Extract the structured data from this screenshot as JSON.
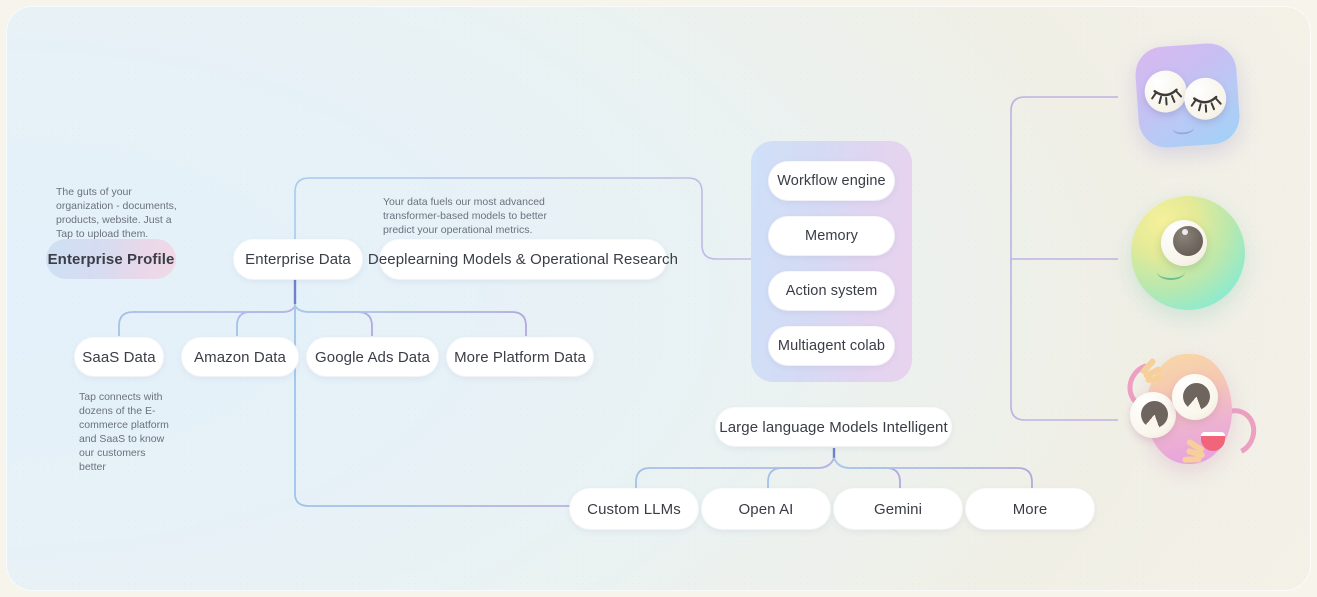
{
  "diagram": {
    "title": "Enterprise AI data flow mindmap",
    "background": {
      "left_color": "#e4f1fa",
      "right_color": "#f6f2e8"
    },
    "root": {
      "label": "Enterprise Profile"
    },
    "notes": [
      {
        "id": "profile-note",
        "text": "The guts of your organization - documents, products, website. Just a Tap to upload them."
      },
      {
        "id": "models-note",
        "text": "Your data fuels our most advanced transformer-based models to better predict your operational metrics."
      },
      {
        "id": "platform-note",
        "text": "Tap connects with dozens of the E-commerce platform and SaaS to know our customers better"
      }
    ],
    "nodes": {
      "enterprise_data": "Enterprise Data",
      "deeplearning": "Deeplearning Models & Operational Research",
      "llm_hub": "Large language Models Intelligent"
    },
    "data_sources": [
      {
        "label": "SaaS Data"
      },
      {
        "label": "Amazon Data"
      },
      {
        "label": "Google Ads Data"
      },
      {
        "label": "More Platform Data"
      }
    ],
    "stack": {
      "panel_gradient_from": "#cfe0f8",
      "panel_gradient_to": "#e9d3ee",
      "items": [
        {
          "label": "Workflow engine"
        },
        {
          "label": "Memory"
        },
        {
          "label": "Action system"
        },
        {
          "label": "Multiagent colab"
        }
      ]
    },
    "llm_providers": [
      {
        "label": "Custom LLMs"
      },
      {
        "label": "Open AI"
      },
      {
        "label": "Gemini"
      },
      {
        "label": "More"
      }
    ],
    "avatars": [
      {
        "id": "sleepy-square-avatar",
        "icon": "sleepy-face-icon",
        "colors": [
          "#d9b9f0",
          "#9fd2f7"
        ]
      },
      {
        "id": "cyclops-circle-avatar",
        "icon": "one-eye-face-icon",
        "colors": [
          "#f6f09a",
          "#79e9d8"
        ]
      },
      {
        "id": "blob-avatar",
        "icon": "happy-blob-face-icon",
        "colors": [
          "#f9d9a6",
          "#e59de2"
        ]
      }
    ],
    "connector_colors": {
      "blue": "#9dc5ea",
      "purple": "#b6aee0",
      "accent_blue": "#4f8fe0"
    }
  }
}
